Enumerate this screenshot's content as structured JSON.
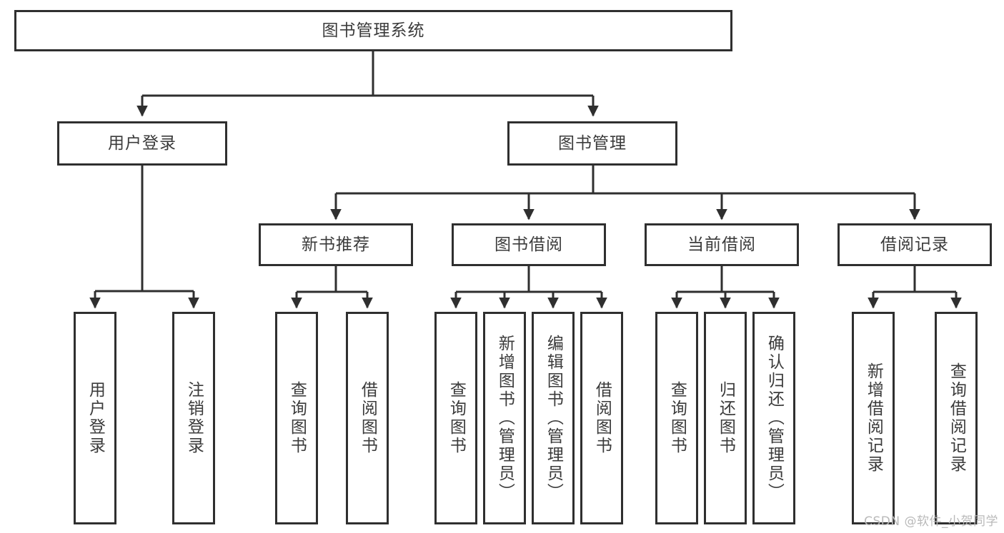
{
  "diagram": {
    "title": "图书管理系统",
    "type": "tree",
    "watermark": "CSDN @软件_小贺同学",
    "colors": {
      "box_border": "#2f2f2f",
      "box_fill": "#ffffff",
      "text": "#3b3b3b",
      "edge": "#2f2f2f",
      "watermark": "#b9b9b9"
    },
    "root": {
      "label": "图书管理系统"
    },
    "level2": [
      {
        "label": "用户登录"
      },
      {
        "label": "图书管理"
      }
    ],
    "level3": [
      {
        "label": "新书推荐"
      },
      {
        "label": "图书借阅"
      },
      {
        "label": "当前借阅"
      },
      {
        "label": "借阅记录"
      }
    ],
    "leaves": {
      "user_login": [
        {
          "label": "用户登录"
        },
        {
          "label": "注销登录"
        }
      ],
      "new_book_recommend": [
        {
          "label": "查询图书"
        },
        {
          "label": "借阅图书"
        }
      ],
      "book_borrow": [
        {
          "label": "查询图书"
        },
        {
          "label": "新增图书（管理员）"
        },
        {
          "label": "编辑图书（管理员）"
        },
        {
          "label": "借阅图书"
        }
      ],
      "current_borrow": [
        {
          "label": "查询图书"
        },
        {
          "label": "归还图书"
        },
        {
          "label": "确认归还（管理员）"
        }
      ],
      "borrow_record": [
        {
          "label": "新增借阅记录"
        },
        {
          "label": "查询借阅记录"
        }
      ]
    }
  }
}
